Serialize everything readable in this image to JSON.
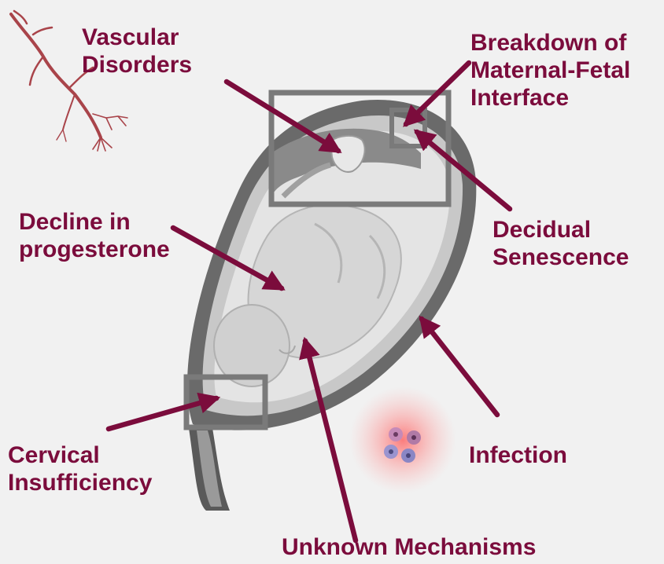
{
  "labels": {
    "vascular": [
      "Vascular",
      "Disorders"
    ],
    "breakdown": [
      "Breakdown of",
      "Maternal-Fetal",
      "Interface"
    ],
    "decline": [
      "Decline in",
      "progesterone"
    ],
    "decidual": [
      "Decidual",
      "Senescence"
    ],
    "cervical": [
      "Cervical",
      "Insufficiency"
    ],
    "infection": "Infection",
    "unknown": "Unknown Mechanisms"
  },
  "colors": {
    "accent": "#7b0c3c",
    "box": "#7a7a7a",
    "background": "#f1f1f1",
    "vessel": "#a9444a",
    "uterus": "#5d5d5d",
    "infection_glow": "#ff7070"
  },
  "icons": {
    "blood_vessel": "blood-vessel-icon",
    "uterus": "pregnant-uterus-illustration",
    "bacteria": "bacteria-cluster-icon"
  }
}
